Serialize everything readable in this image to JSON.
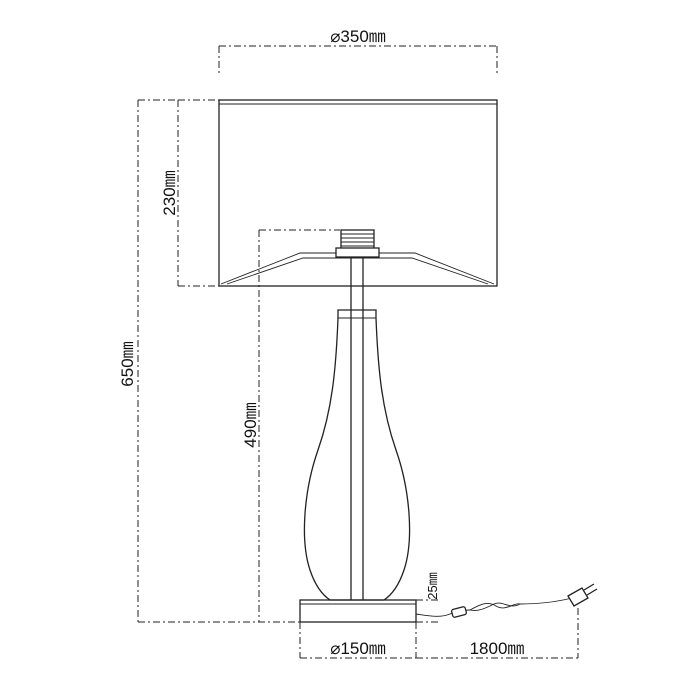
{
  "drawing": {
    "subject": "table-lamp",
    "line_color": "#222222",
    "background": "#ffffff"
  },
  "dimensions": {
    "shade_diameter": "⌀350㎜",
    "shade_height": "230㎜",
    "total_height": "650㎜",
    "base_to_fitting_height": "490㎜",
    "base_height": "25㎜",
    "base_diameter": "⌀150㎜",
    "cable_length": "1800㎜"
  }
}
